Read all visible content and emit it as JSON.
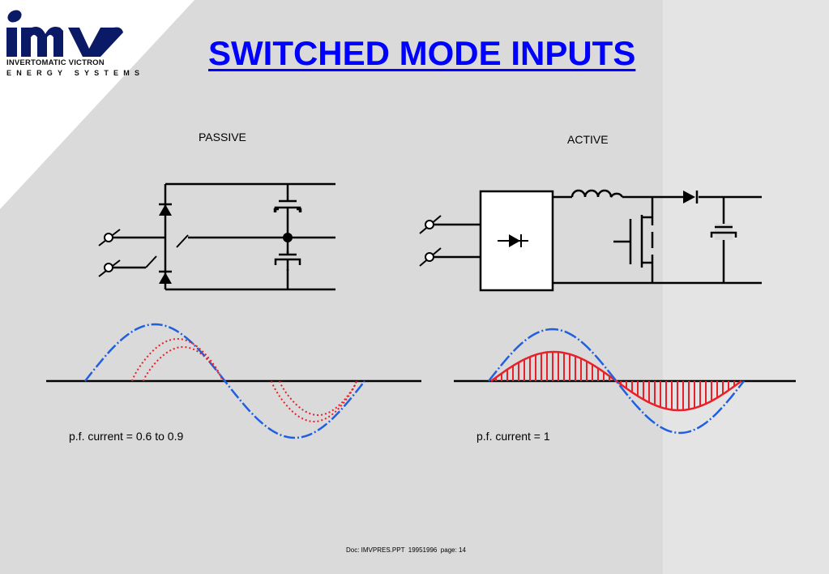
{
  "logo": {
    "mark": "imv",
    "line1": "INVERTOMATIC VICTRON",
    "line2": "ENERGY SYSTEMS"
  },
  "title": "SWITCHED MODE INPUTS",
  "passive": {
    "label": "PASSIVE",
    "caption": "p.f. current = 0.6 to 0.9"
  },
  "active": {
    "label": "ACTIVE",
    "caption": "p.f. current = 1"
  },
  "footer": "Doc: IMVPRES.PPT  19951996  page: 14",
  "colors": {
    "background": "#dadada",
    "title": "#0000ff",
    "voltage_wave": "#1f5fe0",
    "current_wave": "#e8202a"
  }
}
